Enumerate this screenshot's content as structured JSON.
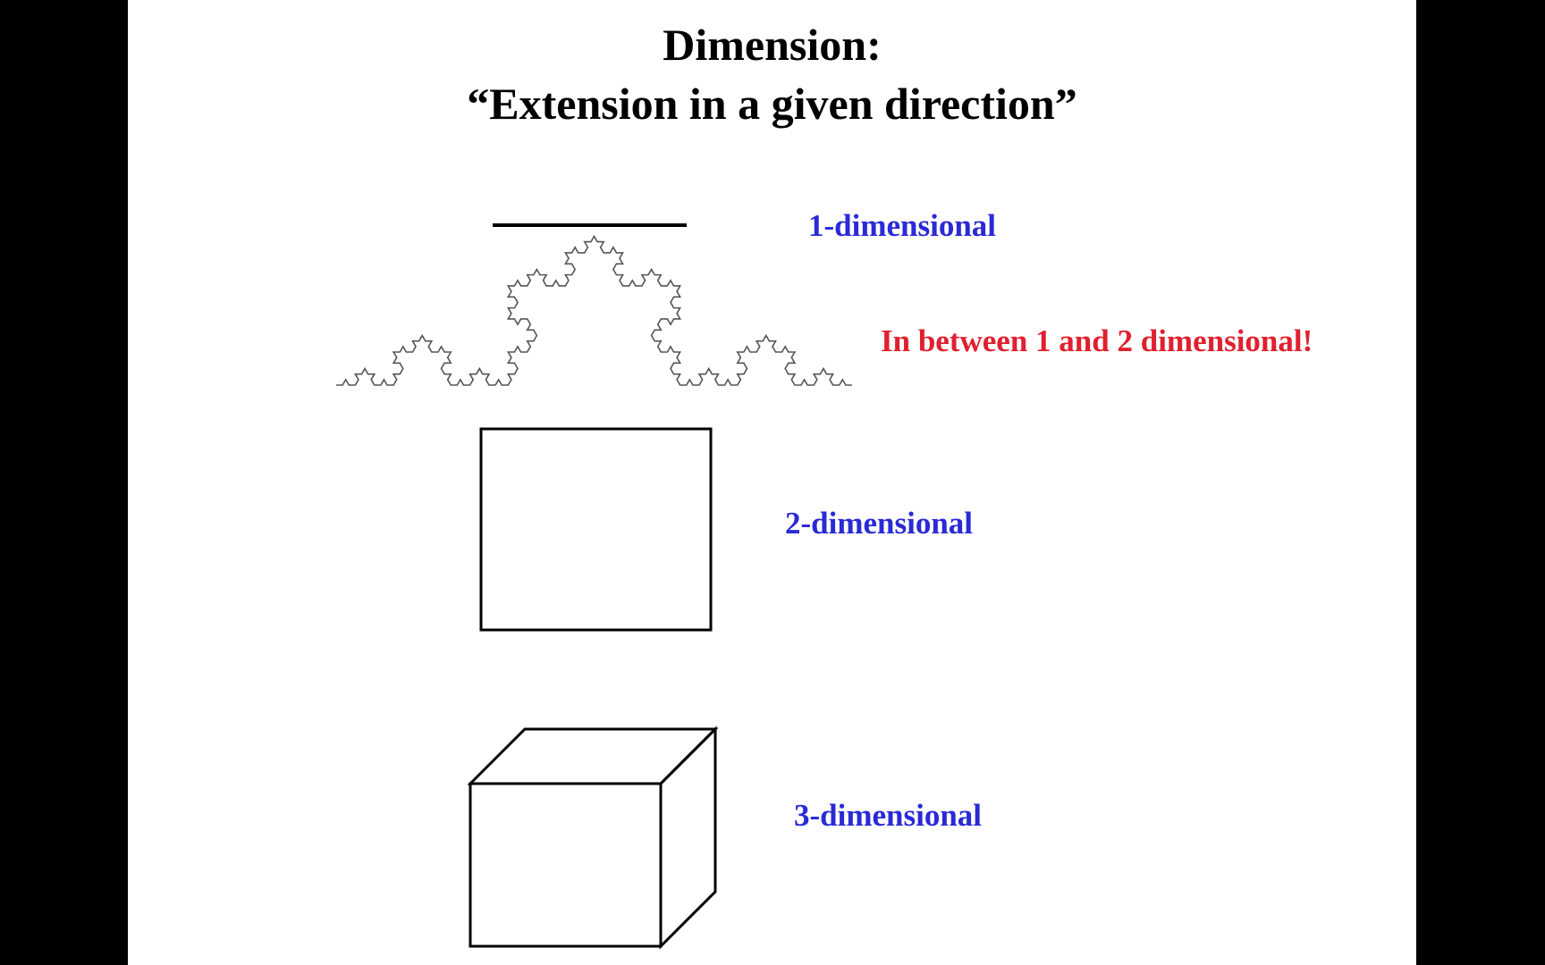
{
  "slide": {
    "title_line_1": "Dimension:",
    "title_line_2": "“Extension in a given direction”"
  },
  "labels": {
    "one_d": "1-dimensional",
    "fractal": "In between 1 and 2 dimensional!",
    "two_d": "2-dimensional",
    "three_d": "3-dimensional"
  },
  "colors": {
    "background": "#ffffff",
    "letterbox": "#000000",
    "title": "#000000",
    "dimension_label": "#2a2ad6",
    "fractal_label": "#e0202e",
    "line": "#000000",
    "fractal_curve": "#555555"
  },
  "figures": {
    "koch_curve_iterations": 4
  }
}
